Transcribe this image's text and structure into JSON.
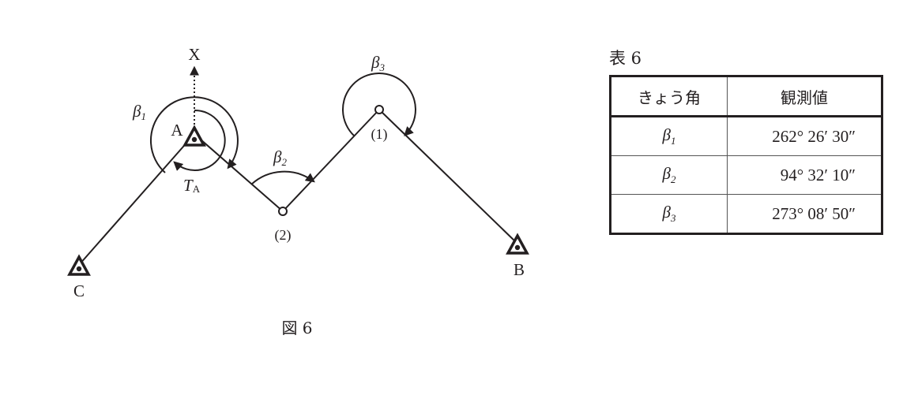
{
  "figure": {
    "caption": "図 6",
    "points": {
      "X": "X",
      "A": "A",
      "B": "B",
      "C": "C",
      "p1": "(1)",
      "p2": "(2)"
    },
    "angles": {
      "beta1": {
        "sym": "β",
        "sub": "1"
      },
      "beta2": {
        "sym": "β",
        "sub": "2"
      },
      "beta3": {
        "sym": "β",
        "sub": "3"
      },
      "TA": {
        "sym": "T",
        "sub": "A"
      }
    }
  },
  "table": {
    "title": "表 6",
    "headers": [
      "きょう角",
      "観測値"
    ],
    "rows": [
      {
        "sym": "β",
        "sub": "1",
        "value": "262° 26′ 30″"
      },
      {
        "sym": "β",
        "sub": "2",
        "value": "94° 32′ 10″"
      },
      {
        "sym": "β",
        "sub": "3",
        "value": "273° 08′ 50″"
      }
    ]
  }
}
